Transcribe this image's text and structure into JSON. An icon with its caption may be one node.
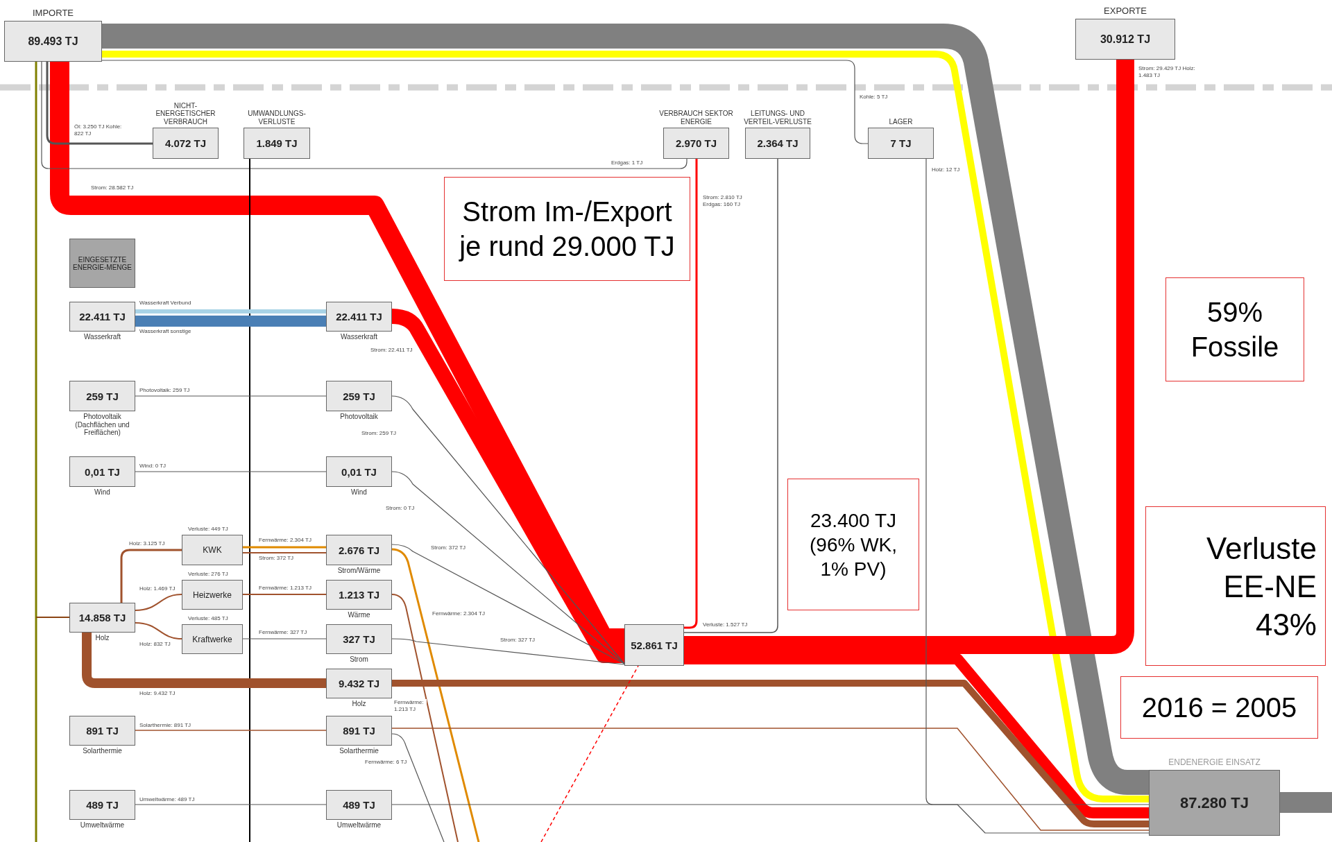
{
  "diagram": {
    "nodes": [
      {
        "text": [
          "IMPORTE",
          "89.493 TJ"
        ]
      },
      {
        "text": [
          "NICHT-ENERGETISCHER VERBRAUCH",
          "4.072 TJ"
        ]
      },
      {
        "text": [
          "UMWANDLUNGS-VERLUSTE",
          "1.849 TJ"
        ]
      },
      {
        "text": [
          "VERBRAUCH SEKTOR ENERGIE",
          "2.970 TJ"
        ]
      },
      {
        "text": [
          "LEITUNGS- UND VERTEIL-VERLUSTE",
          "2.364 TJ"
        ]
      },
      {
        "text": [
          "LAGER",
          "7 TJ"
        ]
      },
      {
        "text": [
          "EXPORTE",
          "30.912 TJ"
        ]
      },
      {
        "text": [
          "EINGESETZTE ENERGIE-MENGE"
        ]
      },
      {
        "text": [
          "22.411 TJ",
          "Wasserkraft"
        ]
      },
      {
        "text": [
          "22.411 TJ",
          "Wasserkraft"
        ]
      },
      {
        "text": [
          "259 TJ",
          "Photovoltaik (Dachflächen und Freiflächen)"
        ]
      },
      {
        "text": [
          "259 TJ",
          "Photovoltaik"
        ]
      },
      {
        "text": [
          "0,01 TJ",
          "Wind"
        ]
      },
      {
        "text": [
          "0,01 TJ",
          "Wind"
        ]
      },
      {
        "text": [
          "KWK"
        ],
        "beside": [
          "Verluste: 449 TJ"
        ]
      },
      {
        "text": [
          "2.676 TJ",
          "Strom/Wärme"
        ]
      },
      {
        "text": [
          "Heizwerke"
        ],
        "beside": [
          "Verluste: 276 TJ"
        ]
      },
      {
        "text": [
          "1.213 TJ",
          "Wärme"
        ]
      },
      {
        "text": [
          "14.858 TJ",
          "Holz"
        ]
      },
      {
        "text": [
          "Kraftwerke"
        ],
        "beside": [
          "Verluste: 485 TJ"
        ]
      },
      {
        "text": [
          "327 TJ",
          "Strom"
        ]
      },
      {
        "text": [
          "9.432 TJ",
          "Holz"
        ]
      },
      {
        "text": [
          "891 TJ",
          "Solarthermie"
        ]
      },
      {
        "text": [
          "891 TJ",
          "Solarthermie"
        ]
      },
      {
        "text": [
          "489 TJ",
          "Umweltwärme"
        ]
      },
      {
        "text": [
          "489 TJ",
          "Umweltwärme"
        ]
      },
      {
        "text": [
          "52.861 TJ"
        ]
      },
      {
        "text": [
          "ENDENERGIE EINSATZ",
          "87.280 TJ"
        ]
      },
      {
        "text": [
          "Strom Im-/Export je rund 29.000 TJ"
        ]
      },
      {
        "text": [
          "59% Fossile"
        ]
      },
      {
        "text": [
          "Verluste EE-NE 43%"
        ]
      },
      {
        "text": [
          "23.400 TJ (96% WK, 1% PV)"
        ]
      },
      {
        "text": [
          "2016 = 2005"
        ]
      }
    ],
    "edges": [
      {
        "from": 0,
        "to": 27,
        "arrow": "none",
        "style": "thick",
        "color": "#808080"
      },
      {
        "from": 0,
        "to": 27,
        "arrow": "none",
        "style": "thick",
        "color": "#ffff00"
      },
      {
        "from": 0,
        "to": 26,
        "label": "Strom: 28.582 TJ",
        "arrow": "none",
        "style": "thick",
        "color": "#ff0000"
      },
      {
        "from": 0,
        "to": 1,
        "label": "Öl: 3.250 TJ Kohle: 822 TJ",
        "arrow": "none"
      },
      {
        "from": 0,
        "to": 5,
        "label": "Kohle: 5 TJ",
        "arrow": "none"
      },
      {
        "from": 0,
        "to": 3,
        "label": "Erdgas: 1 TJ",
        "arrow": "none"
      },
      {
        "from": 0,
        "to": null,
        "arrow": "none",
        "color": "#808000"
      },
      {
        "from": null,
        "to": 18,
        "arrow": "none",
        "color": "#8b4513"
      },
      {
        "from": 3,
        "to": 26,
        "label": "Strom: 2.810 TJ Erdgas: 160 TJ",
        "arrow": "none",
        "color": "#ff0000"
      },
      {
        "from": 4,
        "to": 26,
        "label": "Verluste: 1.527 TJ",
        "arrow": "none"
      },
      {
        "from": 2,
        "to": null,
        "arrow": "none",
        "color": "#000000"
      },
      {
        "from": 26,
        "to": 6,
        "label": "Strom: 29.429 TJ Holz: 1.483 TJ",
        "arrow": "to",
        "style": "thick",
        "color": "#ff0000"
      },
      {
        "from": 26,
        "to": 27,
        "arrow": "none",
        "style": "thick",
        "color": "#ff0000"
      },
      {
        "from": 8,
        "to": 9,
        "label": "Wasserkraft Verbund",
        "arrow": "to",
        "style": "thick",
        "color": "#a9d3e6"
      },
      {
        "from": 8,
        "to": 9,
        "label": "Wasserkraft sonstige",
        "arrow": "to",
        "style": "thick",
        "color": "#4a7fb5"
      },
      {
        "from": 9,
        "to": 26,
        "label": "Strom: 22.411 TJ",
        "arrow": "none",
        "style": "thick",
        "color": "#ff0000"
      },
      {
        "from": 10,
        "to": 11,
        "label": "Photovoltaik: 259 TJ",
        "arrow": "none"
      },
      {
        "from": 11,
        "to": 26,
        "label": "Strom: 259 TJ",
        "arrow": "none"
      },
      {
        "from": 12,
        "to": 13,
        "label": "Wind: 0 TJ",
        "arrow": "none"
      },
      {
        "from": 13,
        "to": 26,
        "label": "Strom: 0 TJ",
        "arrow": "none"
      },
      {
        "from": 18,
        "to": 14,
        "label": "Holz: 3.125 TJ",
        "arrow": "none",
        "color": "#a0522d"
      },
      {
        "from": 18,
        "to": 16,
        "label": "Holz: 1.469 TJ",
        "arrow": "none",
        "color": "#a0522d"
      },
      {
        "from": 18,
        "to": 19,
        "label": "Holz: 832 TJ",
        "arrow": "none",
        "color": "#a0522d"
      },
      {
        "from": 18,
        "to": 21,
        "label": "Holz: 9.432 TJ",
        "arrow": "none",
        "style": "thick",
        "color": "#a0522d"
      },
      {
        "from": 14,
        "to": 15,
        "label": "Fernwärme: 2.304 TJ",
        "arrow": "none",
        "color": "#e08a00"
      },
      {
        "from": 14,
        "to": 15,
        "label": "Strom: 372 TJ",
        "arrow": "none",
        "color": "#a0522d"
      },
      {
        "from": 16,
        "to": 17,
        "label": "Fernwärme: 1.213 TJ",
        "arrow": "none",
        "color": "#a0522d"
      },
      {
        "from": 19,
        "to": 20,
        "label": "Fernwärme: 327 TJ",
        "arrow": "none"
      },
      {
        "from": 15,
        "to": 26,
        "label": "Strom: 372 TJ",
        "arrow": "none"
      },
      {
        "from": 15,
        "to": null,
        "label": "Fernwärme: 2.304 TJ",
        "arrow": "none",
        "color": "#e08a00"
      },
      {
        "from": 17,
        "to": null,
        "label": "Fernwärme: 1.213 TJ",
        "arrow": "none",
        "color": "#a0522d"
      },
      {
        "from": 20,
        "to": 26,
        "label": "Strom: 327 TJ",
        "arrow": "none"
      },
      {
        "from": 21,
        "to": 27,
        "arrow": "none",
        "style": "thick",
        "color": "#a0522d"
      },
      {
        "from": 22,
        "to": 23,
        "label": "Solarthermie: 891 TJ",
        "arrow": "none",
        "color": "#a0522d"
      },
      {
        "from": 23,
        "to": 27,
        "arrow": "none",
        "color": "#a0522d"
      },
      {
        "from": 23,
        "to": null,
        "label": "Fernwärme: 6 TJ",
        "arrow": "none"
      },
      {
        "from": 24,
        "to": 25,
        "label": "Umweltwärme: 489 TJ",
        "arrow": "none"
      },
      {
        "from": 25,
        "to": 27,
        "arrow": "none"
      },
      {
        "from": 5,
        "to": 27,
        "label": "Holz: 12 TJ",
        "arrow": "none"
      },
      {
        "from": null,
        "to": 26,
        "arrow": "none",
        "style": "dashed",
        "color": "#ff0000"
      },
      {
        "from": 27,
        "to": null,
        "arrow": "none",
        "style": "thick",
        "color": "#808080"
      }
    ]
  }
}
